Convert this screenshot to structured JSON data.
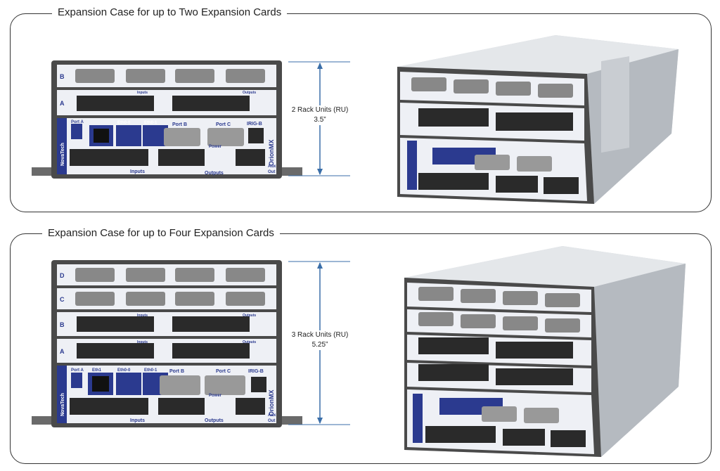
{
  "sections": [
    {
      "title": "Expansion Case for up to Two Expansion Cards",
      "dimension": {
        "line1": "2 Rack Units (RU)",
        "line2": "3.5”"
      },
      "rows": [
        "B",
        "A"
      ]
    },
    {
      "title": "Expansion Case for up to Four Expansion Cards",
      "dimension": {
        "line1": "3 Rack Units (RU)",
        "line2": "5.25”"
      },
      "rows": [
        "D",
        "C",
        "B",
        "A"
      ]
    }
  ],
  "device": {
    "brand": "NovaTech",
    "model": "OrionMX",
    "port_a": "Port A",
    "eth1": "Eth1",
    "eth0_0": "Eth0-0",
    "eth0_1": "Eth0-1",
    "port_b": "Port B",
    "port_c": "Port C",
    "irig": "IRIG-B",
    "inputs": "Inputs",
    "outputs": "Outputs",
    "power": "Power",
    "aux": "Aux",
    "out": "Out",
    "card_inputs": "Inputs",
    "card_outputs": "Outputs"
  },
  "colors": {
    "accent": "#2b3a8f",
    "case": "#4a4a4a",
    "faceplate": "#eef0f5",
    "connector": "#2a2a2a",
    "dim_line": "#3a6ea8"
  }
}
